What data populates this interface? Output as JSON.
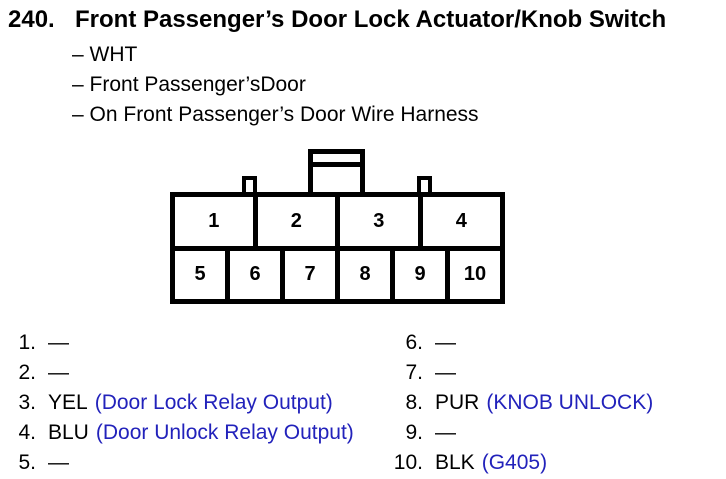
{
  "colors": {
    "background": "#ffffff",
    "text": "#000000",
    "note_blue": "#2222bb"
  },
  "header": {
    "number": "240.",
    "title": "Front Passenger’s Door Lock Actuator/Knob Switch",
    "details": [
      "– WHT",
      "– Front Passenger’sDoor",
      "– On Front Passenger’s Door Wire Harness"
    ]
  },
  "connector": {
    "top_cells": [
      "1",
      "2",
      "3",
      "4"
    ],
    "bottom_cells": [
      "5",
      "6",
      "7",
      "8",
      "9",
      "10"
    ]
  },
  "pins": {
    "left": [
      {
        "num": "1.",
        "wire": "—",
        "note": ""
      },
      {
        "num": "2.",
        "wire": "—",
        "note": ""
      },
      {
        "num": "3.",
        "wire": "YEL",
        "note": "(Door Lock Relay Output)"
      },
      {
        "num": "4.",
        "wire": "BLU",
        "note": "(Door Unlock Relay Output)"
      },
      {
        "num": "5.",
        "wire": "—",
        "note": ""
      }
    ],
    "right": [
      {
        "num": "6.",
        "wire": "—",
        "note": ""
      },
      {
        "num": "7.",
        "wire": "—",
        "note": ""
      },
      {
        "num": "8.",
        "wire": "PUR",
        "note": "(KNOB UNLOCK)"
      },
      {
        "num": "9.",
        "wire": "—",
        "note": ""
      },
      {
        "num": "10.",
        "wire": "BLK",
        "note": "(G405)"
      }
    ]
  }
}
